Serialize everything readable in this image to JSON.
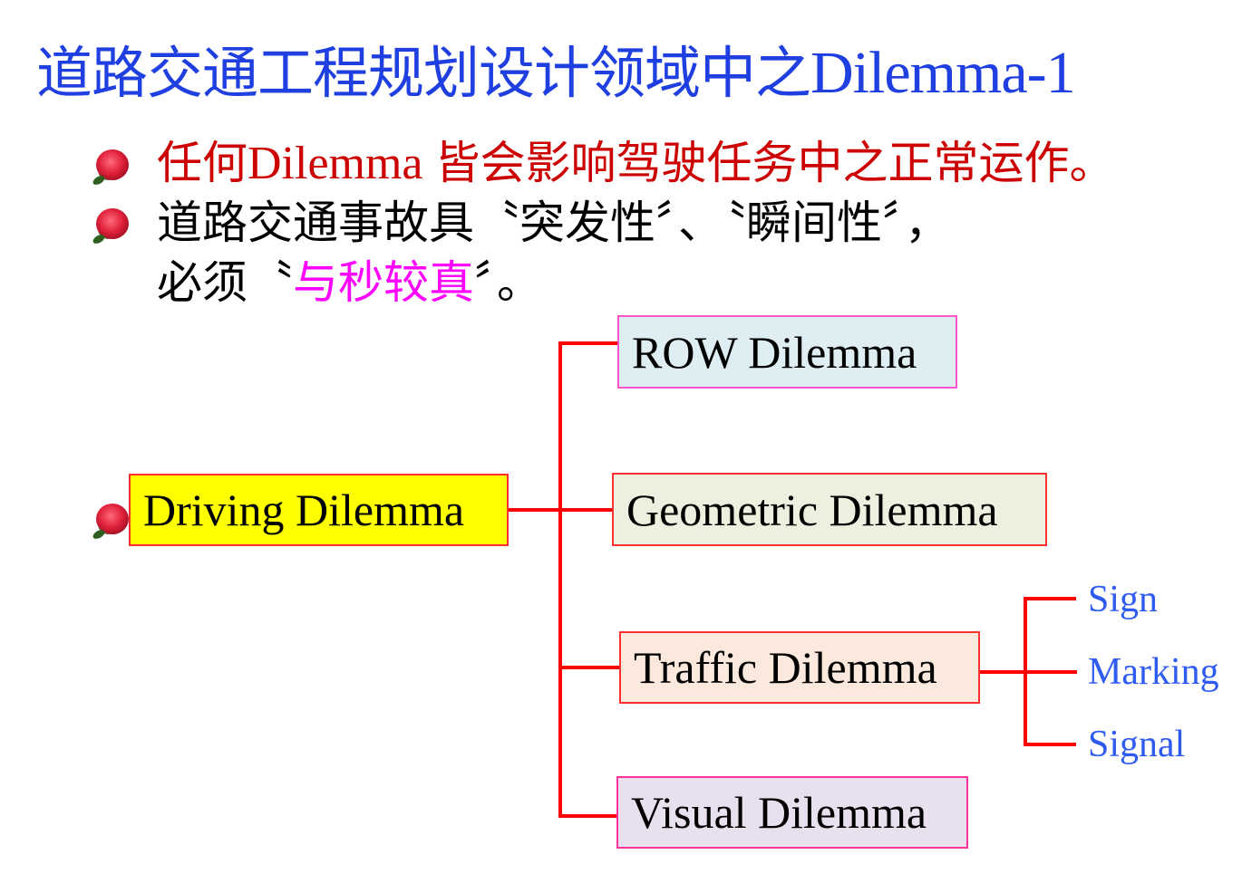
{
  "title": {
    "cn": "道路交通工程规划设计领域中之",
    "en": "Dilemma-1"
  },
  "bullets": [
    {
      "text_a": "任何",
      "text_en": "Dilemma ",
      "text_b": "皆会影响驾驶任务中之正常运作。"
    },
    {
      "line1": "道路交通事故具〝突发性〞、〝瞬间性〞，",
      "line2_a": "必须〝",
      "line2_highlight": "与秒较真",
      "line2_b": "〞。"
    }
  ],
  "diagram": {
    "root": "Driving Dilemma",
    "children": [
      "ROW Dilemma",
      "Geometric Dilemma",
      "Traffic Dilemma",
      "Visual Dilemma"
    ],
    "traffic_children": [
      "Sign",
      "Marking",
      "Signal"
    ]
  },
  "colors": {
    "title": "#1f3fe0",
    "bullet1": "#cc0000",
    "highlight": "#ff00ff",
    "line": "#ff0000"
  }
}
